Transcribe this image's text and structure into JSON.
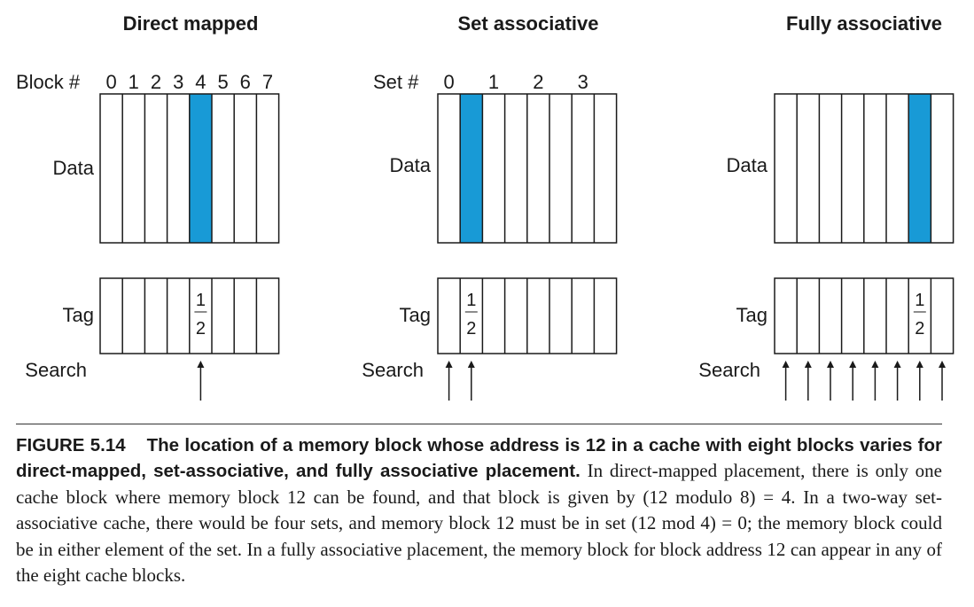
{
  "colors": {
    "highlight": "#189ad6",
    "line": "#1a1a1a"
  },
  "panels": [
    {
      "title": "Direct mapped",
      "index_label": "Block #",
      "indices": [
        "0",
        "1",
        "2",
        "3",
        "4",
        "5",
        "6",
        "7"
      ],
      "data_label": "Data",
      "tag_label": "Tag",
      "search_label": "Search",
      "highlight_block": 4,
      "tag_text": [
        "1",
        "2"
      ],
      "search_blocks": [
        4
      ]
    },
    {
      "title": "Set associative",
      "index_label": "Set #",
      "indices": [
        "0",
        "1",
        "2",
        "3"
      ],
      "data_label": "Data",
      "tag_label": "Tag",
      "search_label": "Search",
      "highlight_block": 1,
      "tag_text": [
        "1",
        "2"
      ],
      "search_blocks": [
        0,
        1
      ]
    },
    {
      "title": "Fully associative",
      "index_label": "",
      "indices": [],
      "data_label": "Data",
      "tag_label": "Tag",
      "search_label": "Search",
      "highlight_block": 6,
      "tag_text": [
        "1",
        "2"
      ],
      "search_blocks": [
        0,
        1,
        2,
        3,
        4,
        5,
        6,
        7
      ]
    }
  ],
  "caption": {
    "figure_number": "FIGURE 5.14",
    "bold_text": "The location of a memory block whose address is 12 in a cache with eight blocks varies for direct-mapped, set-associative, and fully associative placement.",
    "body_text": "In direct-mapped placement, there is only one cache block where memory block 12 can be found, and that block is given by (12 modulo 8) = 4. In a two-way set-associative cache, there would be four sets, and memory block 12 must be in set (12 mod 4) = 0; the memory block could be in either element of the set. In a fully associative placement, the memory block for block address 12 can appear in any of the eight cache blocks."
  }
}
